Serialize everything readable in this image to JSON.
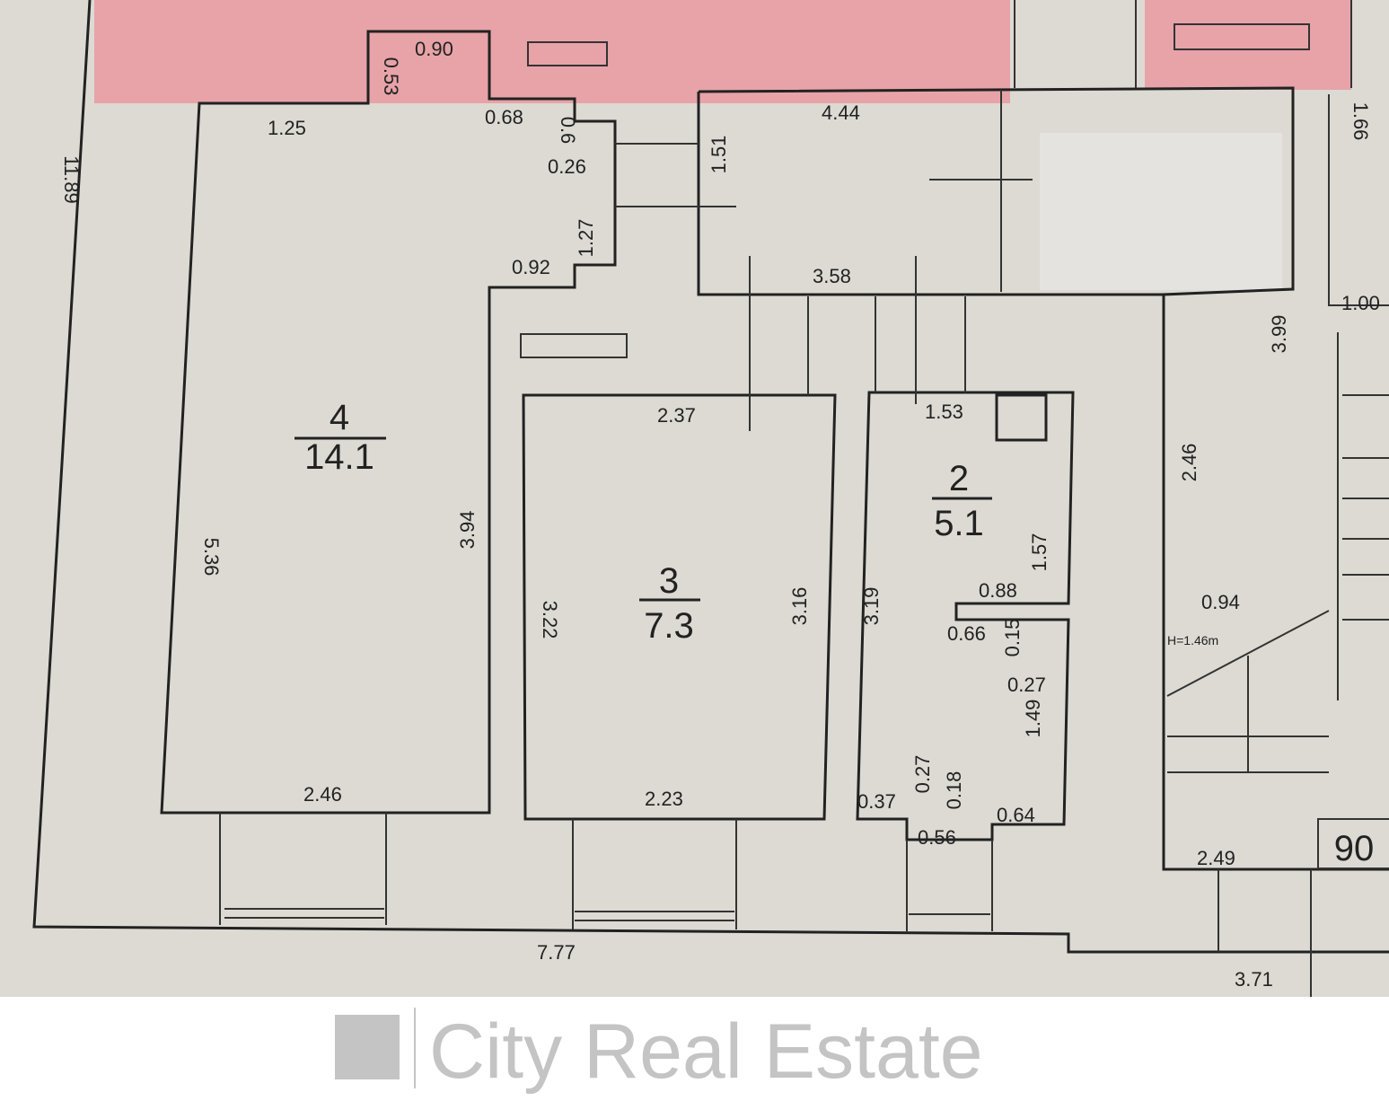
{
  "watermark": "City Real Estate",
  "rooms": [
    {
      "number": "4",
      "area": "14.1"
    },
    {
      "number": "3",
      "area": "7.3"
    },
    {
      "number": "2",
      "area": "5.1"
    }
  ],
  "stamp": "90",
  "stair_note": "H=1.46m",
  "dims": {
    "total_height": "11.89",
    "top_090": "0.90",
    "top_053": "0.53",
    "top_125": "1.25",
    "d068": "0.68",
    "d06": "0.6",
    "d026": "0.26",
    "d127": "1.27",
    "d092": "0.92",
    "d151": "1.51",
    "d444": "4.44",
    "d358": "3.58",
    "d166": "1.66",
    "d100": "1.00",
    "d399": "3.99",
    "d246r": "2.46",
    "d094": "0.94",
    "d237": "2.37",
    "d153": "1.53",
    "d536": "5.36",
    "d394": "3.94",
    "d322": "3.22",
    "d316": "3.16",
    "d319": "3.19",
    "d157": "1.57",
    "d088": "0.88",
    "d066": "0.66",
    "d015": "0.15",
    "d027a": "0.27",
    "d149": "1.49",
    "d027b": "0.27",
    "d018": "0.18",
    "d037": "0.37",
    "d056": "0.56",
    "d064": "0.64",
    "d246": "2.46",
    "d223": "2.23",
    "d777": "7.77",
    "d371": "3.71",
    "d249": "2.49"
  },
  "colors": {
    "paper": "#dcdad3",
    "highlight": "#e7a3a8",
    "ink": "#222222"
  }
}
